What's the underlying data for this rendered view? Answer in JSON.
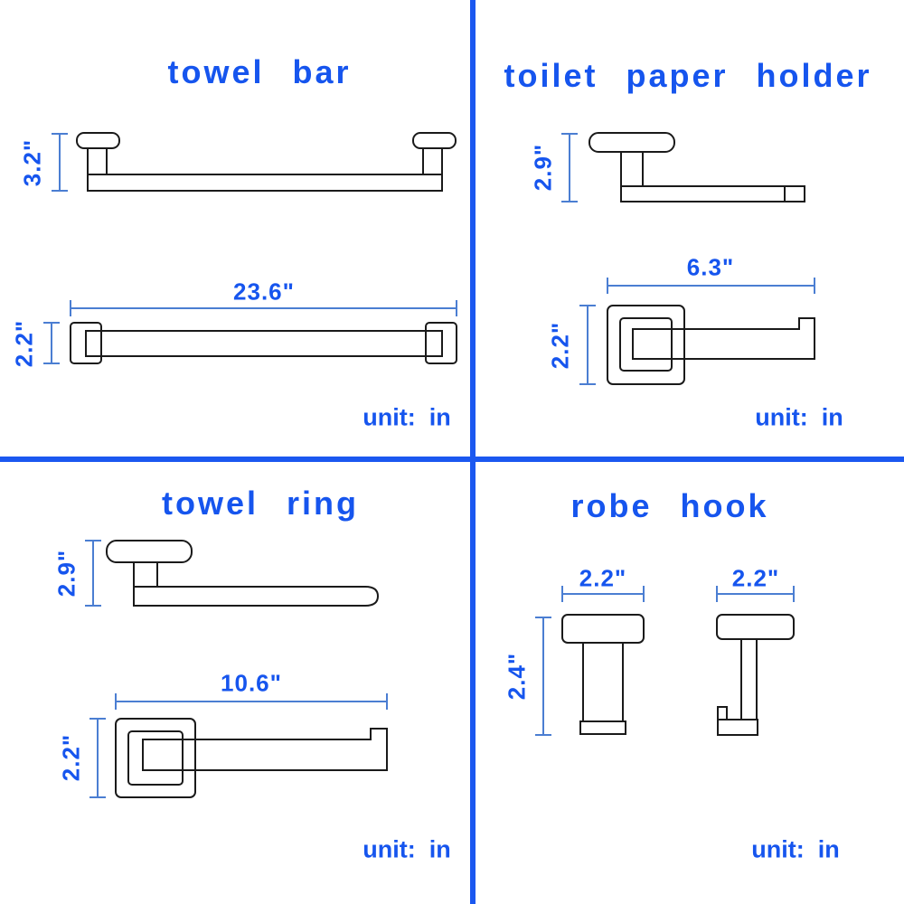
{
  "colors": {
    "accent_blue": "#1655ee",
    "divider_blue": "#1b58f0",
    "dimension_line_blue": "#4b7ed2",
    "drawing_line": "#1a1a1a",
    "background": "#ffffff"
  },
  "quadrants": {
    "towel_bar": {
      "title": "towel bar",
      "unit_label": "unit:  in",
      "dims": {
        "side_height": "3.2\"",
        "front_width": "23.6\"",
        "front_height": "2.2\""
      }
    },
    "toilet_paper_holder": {
      "title": "toilet paper holder",
      "unit_label": "unit:  in",
      "dims": {
        "side_height": "2.9\"",
        "front_width": "6.3\"",
        "front_height": "2.2\""
      }
    },
    "towel_ring": {
      "title": "towel ring",
      "unit_label": "unit:  in",
      "dims": {
        "side_height": "2.9\"",
        "front_width": "10.6\"",
        "front_height": "2.2\""
      }
    },
    "robe_hook": {
      "title": "robe hook",
      "unit_label": "unit:  in",
      "dims": {
        "left_width": "2.2\"",
        "right_width": "2.2\"",
        "height": "2.4\""
      }
    }
  }
}
